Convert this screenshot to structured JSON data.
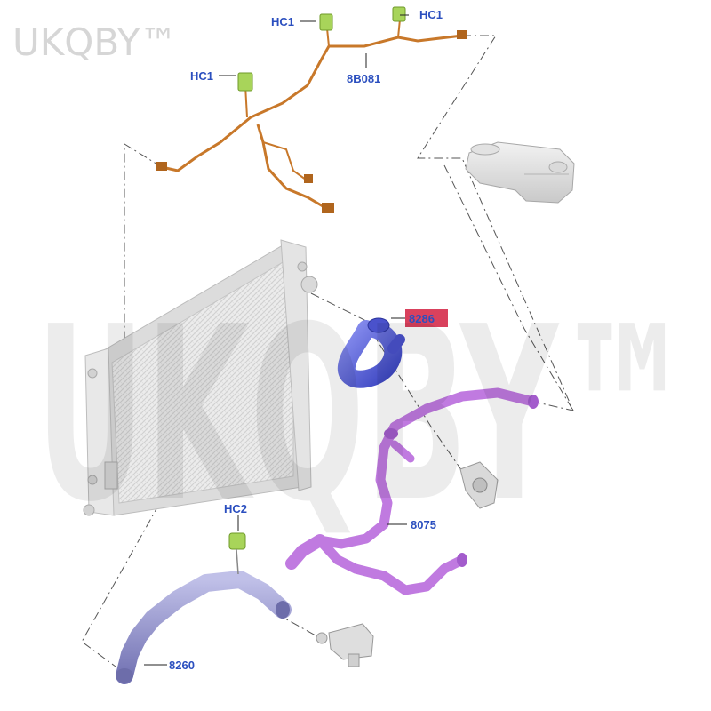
{
  "watermark": {
    "corner": "UKQBY™",
    "center": "UKQBY™"
  },
  "labels": {
    "hc1_top": "HC1",
    "hc1_top_right": "HC1",
    "hc1_left": "HC1",
    "harness": "8B081",
    "hose_upper": "8286",
    "hose_purple": "8075",
    "hc2": "HC2",
    "hose_lower": "8260"
  },
  "colors": {
    "label_text": "#2b4fbf",
    "highlight": "#d9415d",
    "harness_wire": "#c8782a",
    "clip": "#a8d45a",
    "hose_upper": "#5560d8",
    "hose_purple": "#c07ae0",
    "hose_lower": "#8f8fc8",
    "radiator": "#e6e6e6"
  },
  "parts": {
    "radiator": "radiator",
    "tank": "coolant-expansion-tank",
    "thermostat": "thermostat-housing",
    "valve": "coolant-valve"
  }
}
